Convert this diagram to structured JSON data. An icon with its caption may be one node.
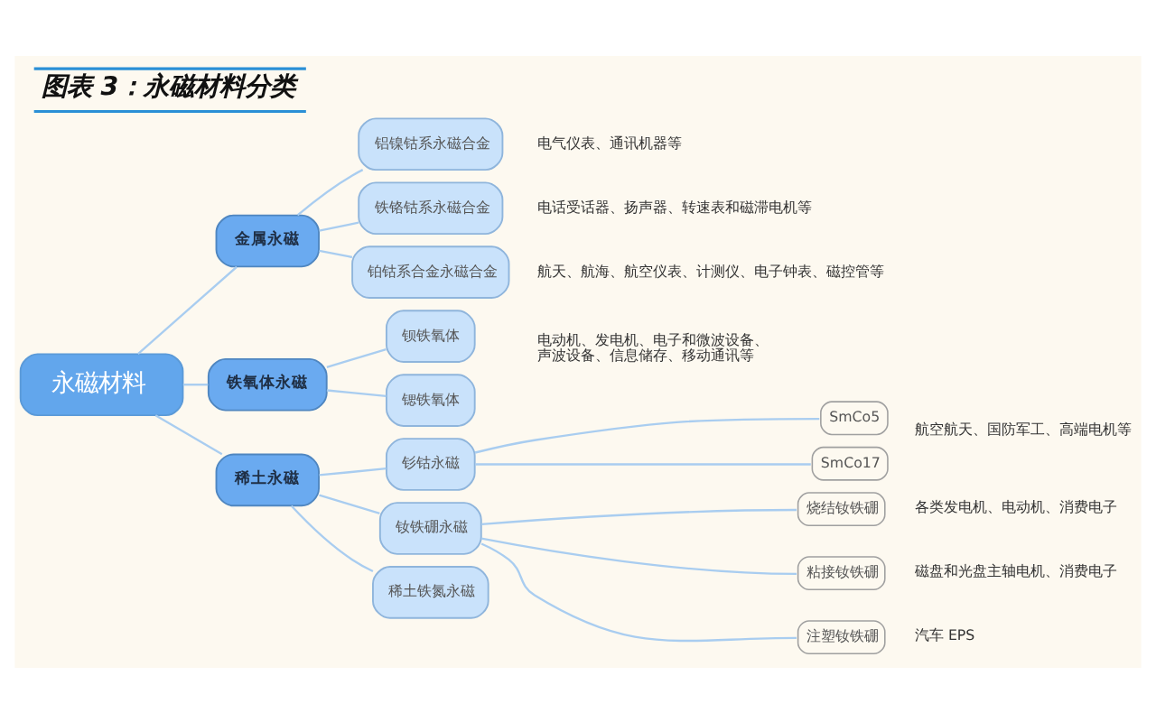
{
  "diagram": {
    "title": "图表 3：永磁材料分类",
    "nodes": [
      {
        "text": [
          "永磁材料"
        ]
      },
      {
        "text": [
          "金属永磁"
        ]
      },
      {
        "text": [
          "铝镍钴系永磁合金"
        ],
        "beside": [
          "电气仪表、通讯机器等"
        ]
      },
      {
        "text": [
          "铁铬钴系永磁合金"
        ],
        "beside": [
          "电话受话器、扬声器、转速表和磁滞电机等"
        ]
      },
      {
        "text": [
          "铂钴系合金永磁合金"
        ],
        "beside": [
          "航天、航海、航空仪表、计测仪、电子钟表、磁控管等"
        ]
      },
      {
        "text": [
          "铁氧体永磁"
        ]
      },
      {
        "text": [
          "钡铁氧体"
        ]
      },
      {
        "text": [
          "锶铁氧体"
        ]
      },
      {
        "text": [
          "稀土永磁"
        ]
      },
      {
        "text": [
          "钐钴永磁"
        ]
      },
      {
        "text": [
          "SmCo5"
        ]
      },
      {
        "text": [
          "SmCo17"
        ]
      },
      {
        "text": [
          "钕铁硼永磁"
        ]
      },
      {
        "text": [
          "烧结钕铁硼"
        ],
        "beside": [
          "各类发电机、电动机、消费电子"
        ]
      },
      {
        "text": [
          "粘接钕铁硼"
        ],
        "beside": [
          "磁盘和光盘主轴电机、消费电子"
        ]
      },
      {
        "text": [
          "注塑钕铁硼"
        ],
        "beside": [
          "汽车 EPS"
        ]
      },
      {
        "text": [
          "稀土铁氮永磁"
        ]
      }
    ],
    "edges": [
      {
        "from": 0,
        "to": 1,
        "arrow": "none"
      },
      {
        "from": 0,
        "to": 5,
        "arrow": "none"
      },
      {
        "from": 0,
        "to": 8,
        "arrow": "none"
      },
      {
        "from": 1,
        "to": 2,
        "arrow": "none"
      },
      {
        "from": 1,
        "to": 3,
        "arrow": "none"
      },
      {
        "from": 1,
        "to": 4,
        "arrow": "none"
      },
      {
        "from": 5,
        "to": 6,
        "arrow": "none"
      },
      {
        "from": 5,
        "to": 7,
        "arrow": "none"
      },
      {
        "from": 8,
        "to": 9,
        "arrow": "none"
      },
      {
        "from": 8,
        "to": 12,
        "arrow": "none"
      },
      {
        "from": 8,
        "to": 16,
        "arrow": "none"
      },
      {
        "from": 9,
        "to": 10,
        "arrow": "none"
      },
      {
        "from": 9,
        "to": 11,
        "arrow": "none"
      },
      {
        "from": 12,
        "to": 13,
        "arrow": "none"
      },
      {
        "from": 12,
        "to": 14,
        "arrow": "none"
      },
      {
        "from": 12,
        "to": 15,
        "arrow": "none"
      }
    ],
    "labels": [
      "电动机、发电机、电子和微波设备、声波设备、信息储存、移动通讯等",
      "航空航天、国防军工、高端电机等"
    ]
  }
}
